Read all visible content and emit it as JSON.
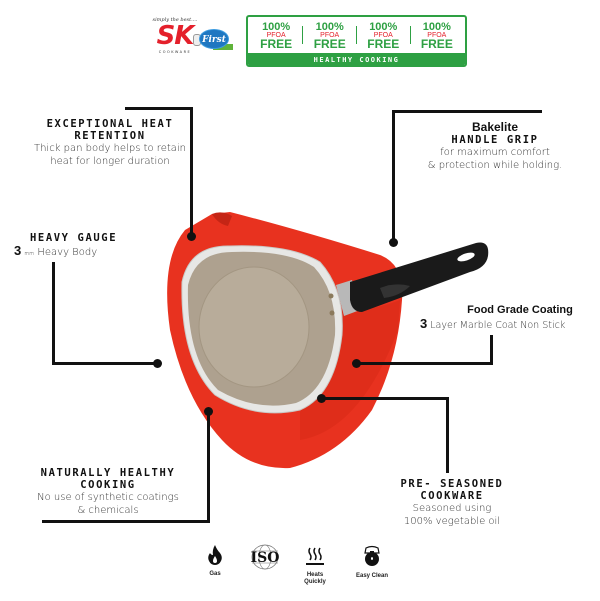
{
  "header": {
    "brand": {
      "tagline": "simply the best....",
      "logo": "SK",
      "subtitle": "COOKWARE",
      "partner_badge": "First"
    },
    "pfoa_badges": [
      {
        "percent": "100%",
        "label": "PFOA",
        "status": "FREE"
      },
      {
        "percent": "100%",
        "label": "PFOA",
        "status": "FREE"
      },
      {
        "percent": "100%",
        "label": "PFOA",
        "status": "FREE"
      },
      {
        "percent": "100%",
        "label": "PFOA",
        "status": "FREE"
      }
    ],
    "pfoa_footer": "HEALTHY COOKING"
  },
  "callouts": {
    "heat_retention": {
      "title_line1": "EXCEPTIONAL HEAT",
      "title_line2": "RETENTION",
      "desc_line1": "Thick pan body helps to retain",
      "desc_line2": "heat for longer duration"
    },
    "heavy_gauge": {
      "title": "HEAVY GAUGE",
      "number": "3",
      "unit": "mm",
      "desc": "Heavy Body"
    },
    "naturally_healthy": {
      "title_line1": "NATURALLY HEALTHY",
      "title_line2": "COOKING",
      "desc_line1": "No use of synthetic coatings",
      "desc_line2": "& chemicals"
    },
    "handle_grip": {
      "title_line1": "Bakelite",
      "title_line2": "HANDLE GRIP",
      "desc_line1": "for maximum comfort",
      "desc_line2": "& protection while holding."
    },
    "food_grade": {
      "title": "Food Grade Coating",
      "number": "3",
      "desc": "Layer Marble Coat Non Stick"
    },
    "pre_seasoned": {
      "title_line1": "PRE- SEASONED",
      "title_line2": "COOKWARE",
      "desc_line1": "Seasoned using",
      "desc_line2": "100% vegetable oil"
    }
  },
  "feature_icons": [
    {
      "icon": "flame-icon",
      "label": "Gas"
    },
    {
      "icon": "iso-icon",
      "label": "ISO"
    },
    {
      "icon": "heat-waves-icon",
      "label_line1": "Heats",
      "label_line2": "Quickly"
    },
    {
      "icon": "easy-clean-icon",
      "label": "Easy Clean"
    }
  ],
  "colors": {
    "brand_red": "#e4202b",
    "pfoa_green": "#2ea043",
    "towel_red": "#e8321f",
    "pan_inner": "#b7ab98",
    "handle_black": "#1a1a1a"
  }
}
